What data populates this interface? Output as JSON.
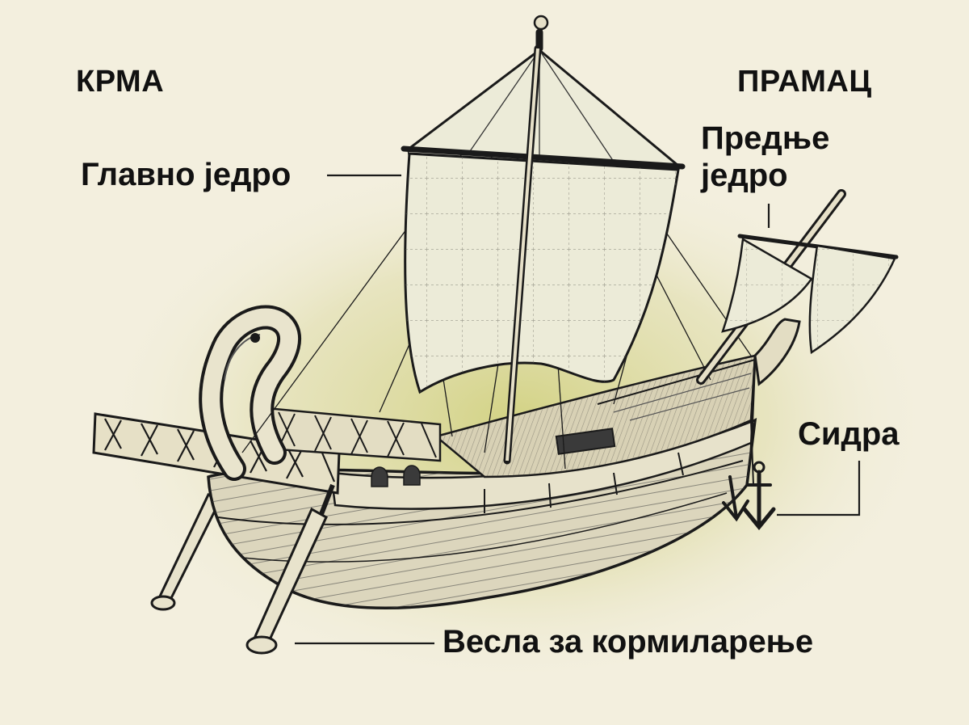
{
  "diagram": {
    "stern_heading": "КРМА",
    "bow_heading": "ПРАМАЦ",
    "labels": {
      "main_sail": "Главно једро",
      "fore_sail_line1": "Предње",
      "fore_sail_line2": "једро",
      "anchors": "Сидра",
      "steering_oars": "Весла за кормиларење"
    }
  },
  "colors": {
    "background": "#f3efde",
    "glow": "#cfcf7a",
    "ink": "#1a1a1a",
    "sail": "#ecebd8",
    "hull": "#dcd6bd"
  }
}
